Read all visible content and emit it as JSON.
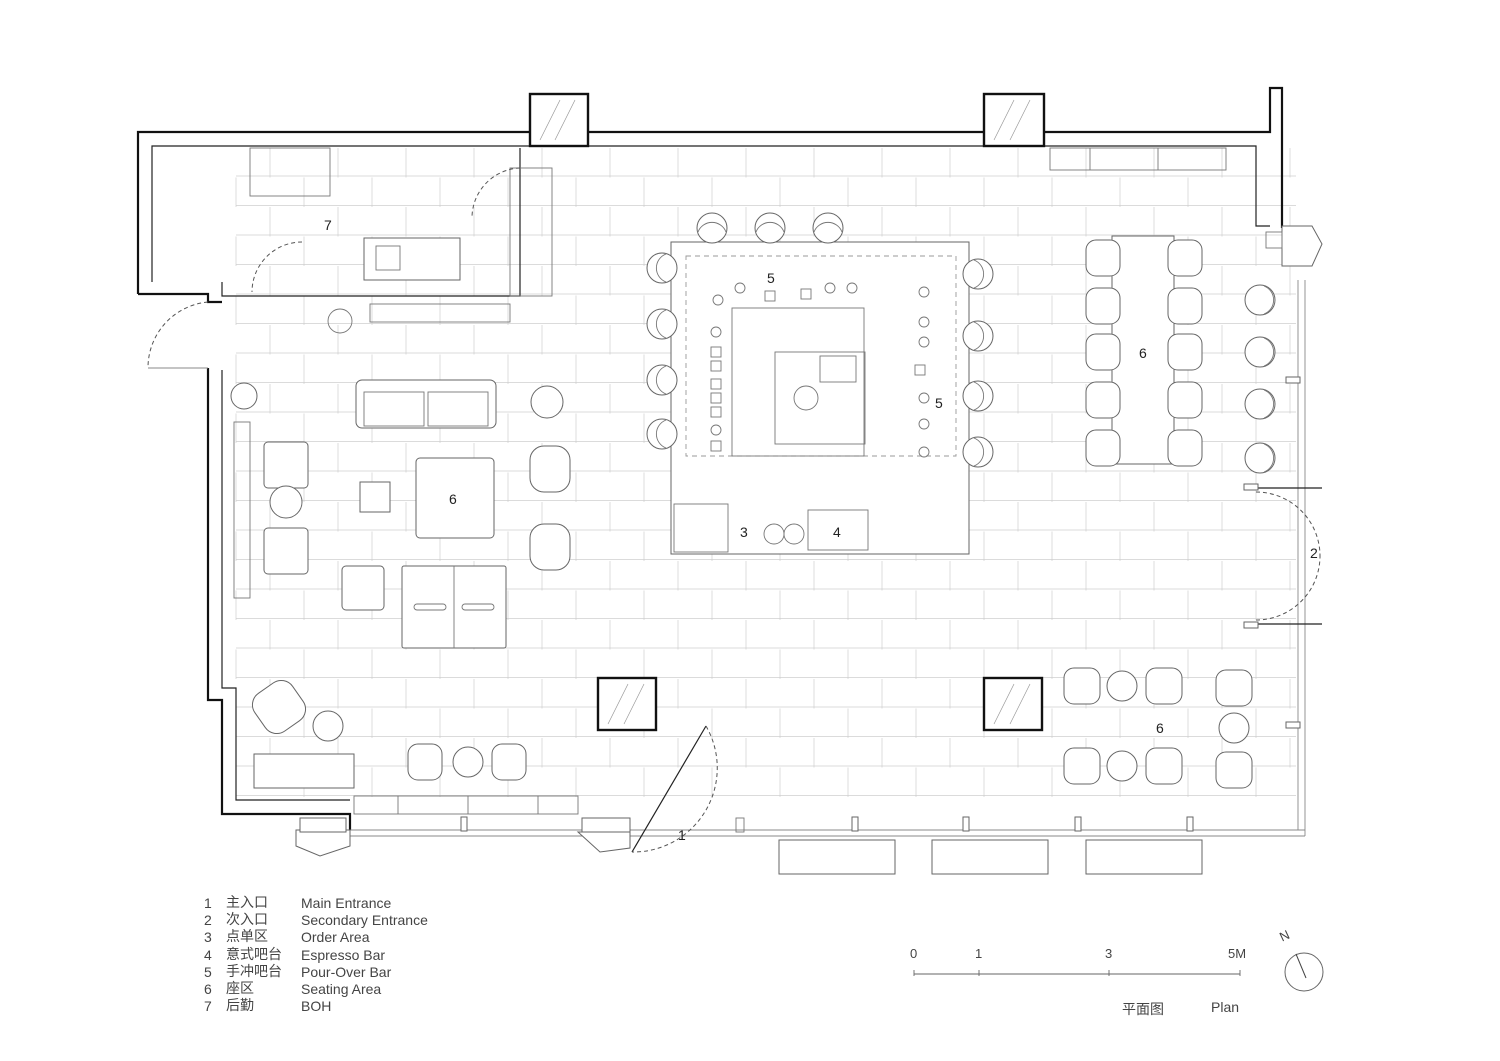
{
  "legend": [
    {
      "num": "1",
      "zh": "主入口",
      "en": "Main Entrance"
    },
    {
      "num": "2",
      "zh": "次入口",
      "en": "Secondary Entrance"
    },
    {
      "num": "3",
      "zh": "点单区",
      "en": "Order Area"
    },
    {
      "num": "4",
      "zh": "意式吧台",
      "en": "Espresso Bar"
    },
    {
      "num": "5",
      "zh": "手冲吧台",
      "en": "Pour-Over Bar"
    },
    {
      "num": "6",
      "zh": "座区",
      "en": "Seating Area"
    },
    {
      "num": "7",
      "zh": "后勤",
      "en": "BOH"
    }
  ],
  "plan_labels": {
    "boh": "7",
    "pour_over_top": "5",
    "pour_over_right": "5",
    "seating_left": "6",
    "seating_right": "6",
    "seating_bottom": "6",
    "order": "3",
    "espresso": "4",
    "main_entrance": "1",
    "secondary_entrance": "2"
  },
  "scale_bar": {
    "ticks": [
      "0",
      "1",
      "3",
      "5M"
    ]
  },
  "north": {
    "label": "N"
  },
  "title": {
    "zh": "平面图",
    "en": "Plan"
  }
}
